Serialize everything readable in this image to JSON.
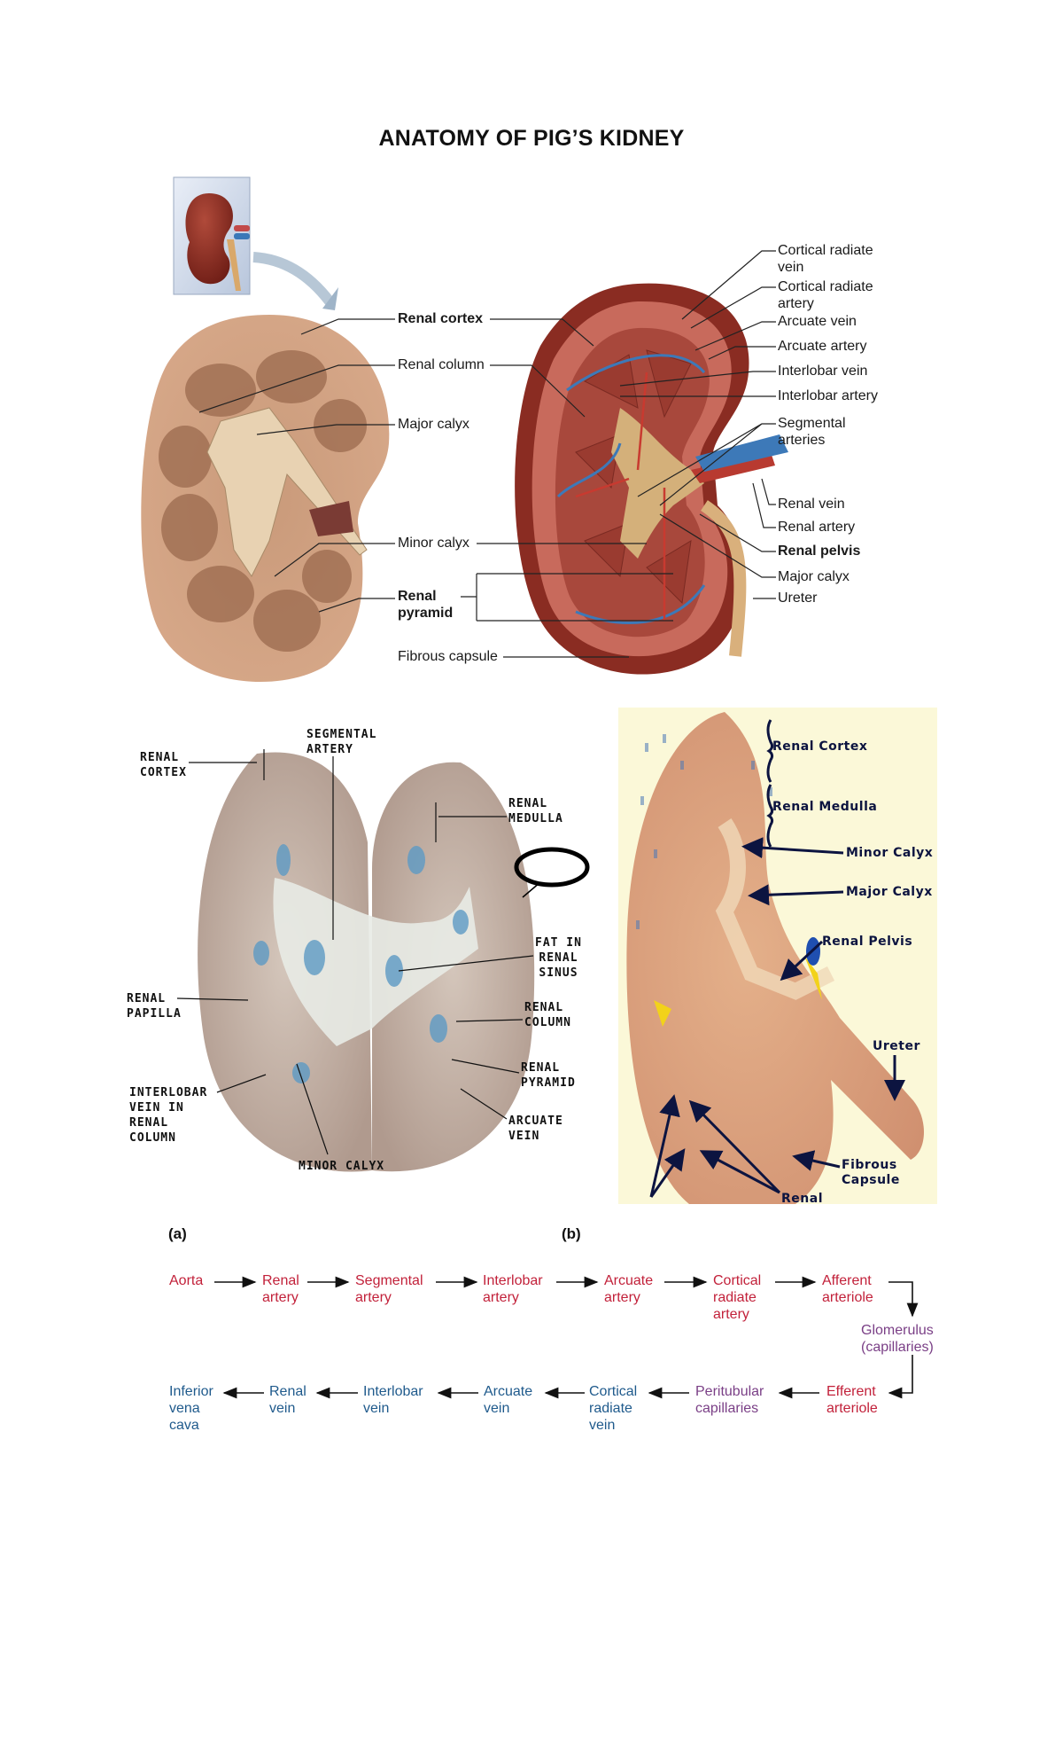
{
  "page": {
    "title": "ANATOMY OF PIG’S KIDNEY"
  },
  "figure_top": {
    "left_labels": [
      {
        "text": "Renal cortex",
        "bold": true
      },
      {
        "text": "Renal column",
        "bold": false
      },
      {
        "text": "Major calyx",
        "bold": false
      },
      {
        "text": "Minor calyx",
        "bold": false
      },
      {
        "text": "Renal\npyramid",
        "bold": true
      },
      {
        "text": "Fibrous capsule",
        "bold": false
      }
    ],
    "right_labels": [
      {
        "text": "Cortical radiate\nvein",
        "bold": false
      },
      {
        "text": "Cortical radiate\nartery",
        "bold": false
      },
      {
        "text": "Arcuate vein",
        "bold": false
      },
      {
        "text": "Arcuate artery",
        "bold": false
      },
      {
        "text": "Interlobar vein",
        "bold": false
      },
      {
        "text": "Interlobar artery",
        "bold": false
      },
      {
        "text": "Segmental\narteries",
        "bold": false
      },
      {
        "text": "Renal vein",
        "bold": false
      },
      {
        "text": "Renal artery",
        "bold": false
      },
      {
        "text": "Renal pelvis",
        "bold": true
      },
      {
        "text": "Major calyx",
        "bold": false
      },
      {
        "text": "Ureter",
        "bold": false
      }
    ]
  },
  "figure_a": {
    "tag": "(a)",
    "labels": [
      {
        "text": "RENAL\nCORTEX"
      },
      {
        "text": "SEGMENTAL\nARTERY"
      },
      {
        "text": "RENAL\nMEDULLA"
      },
      {
        "text": "FAT IN\nRENAL\nSINUS"
      },
      {
        "text": "RENAL\nPAPILLA"
      },
      {
        "text": "RENAL\nCOLUMN"
      },
      {
        "text": "RENAL\nPYRAMID"
      },
      {
        "text": "INTERLOBAR\nVEIN IN\nRENAL\nCOLUMN"
      },
      {
        "text": "ARCUATE\nVEIN"
      },
      {
        "text": "MINOR CALYX"
      }
    ]
  },
  "figure_b": {
    "tag": "(b)",
    "labels": [
      {
        "text": "Renal Cortex"
      },
      {
        "text": "Renal Medulla"
      },
      {
        "text": "Minor Calyx"
      },
      {
        "text": "Major Calyx"
      },
      {
        "text": "Renal Pelvis"
      },
      {
        "text": "Ureter"
      },
      {
        "text": "Fibrous\nCapsule"
      },
      {
        "text": "Renal"
      }
    ]
  },
  "blood_flow": {
    "colors": {
      "artery": "#c2213a",
      "vein": "#1f5a8c",
      "capillary": "#7a3f86"
    },
    "top_row": [
      {
        "text": "Aorta",
        "type": "artery"
      },
      {
        "text": "Renal\nartery",
        "type": "artery"
      },
      {
        "text": "Segmental\nartery",
        "type": "artery"
      },
      {
        "text": "Interlobar\nartery",
        "type": "artery"
      },
      {
        "text": "Arcuate\nartery",
        "type": "artery"
      },
      {
        "text": "Cortical\nradiate\nartery",
        "type": "artery"
      },
      {
        "text": "Afferent\narteriole",
        "type": "artery"
      }
    ],
    "middle": {
      "text": "Glomerulus\n(capillaries)",
      "type": "capillary"
    },
    "bottom_row": [
      {
        "text": "Inferior\nvena\ncava",
        "type": "vein"
      },
      {
        "text": "Renal\nvein",
        "type": "vein"
      },
      {
        "text": "Interlobar\nvein",
        "type": "vein"
      },
      {
        "text": "Arcuate\nvein",
        "type": "vein"
      },
      {
        "text": "Cortical\nradiate\nvein",
        "type": "vein"
      },
      {
        "text": "Peritubular\ncapillaries",
        "type": "capillary"
      },
      {
        "text": "Efferent\narteriole",
        "type": "artery"
      }
    ]
  }
}
